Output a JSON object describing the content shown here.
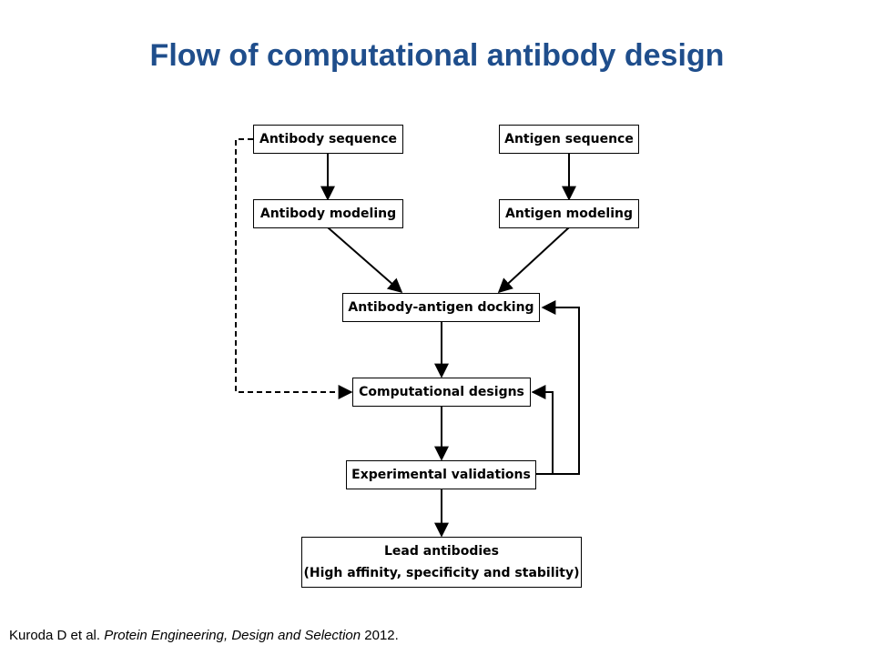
{
  "title": "Flow of computational antibody design",
  "boxes": {
    "antibody_sequence": "Antibody sequence",
    "antigen_sequence": "Antigen sequence",
    "antibody_modeling": "Antibody modeling",
    "antigen_modeling": "Antigen modeling",
    "docking": "Antibody-antigen docking",
    "computational_designs": "Computational designs",
    "experimental_validations": "Experimental validations",
    "lead_line1": "Lead antibodies",
    "lead_line2": "(High affinity, specificity and stability)"
  },
  "citation": {
    "authors": "Kuroda  D et al.",
    "journal": "Protein Engineering,  Design and Selection",
    "year": "2012."
  }
}
